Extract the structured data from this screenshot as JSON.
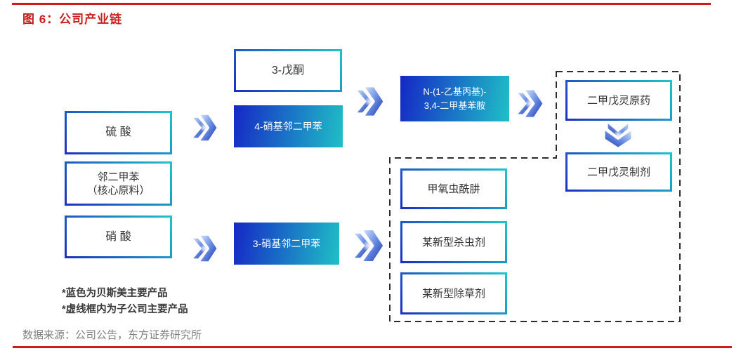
{
  "figure": {
    "title": "图 6：公司产业链",
    "source": "数据来源：公司公告，东方证券研究所"
  },
  "footnotes": {
    "note1": "*蓝色为贝斯美主要产品",
    "note2": "*虚线框内为子公司主要产品"
  },
  "nodes": {
    "pentanone": {
      "label": "3-戊酮"
    },
    "nitro4": {
      "label": "4-硝基邻二甲苯"
    },
    "sulfuric": {
      "label": "硫 酸"
    },
    "oxylene": {
      "line1": "邻二甲苯",
      "line2": "（核心原料）"
    },
    "nitric": {
      "label": "硝 酸"
    },
    "nitro3": {
      "label": "3-硝基邻二甲苯"
    },
    "amine": {
      "line1": "N-(1-乙基丙基)-",
      "line2": "3,4-二甲基苯胺"
    },
    "pendimethalin_tech": {
      "label": "二甲戊灵原药"
    },
    "pendimethalin_form": {
      "label": "二甲戊灵制剂"
    },
    "methoxyfenozide": {
      "label": "甲氧虫酰肼"
    },
    "new_insecticide": {
      "label": "某新型杀虫剂"
    },
    "new_herbicide": {
      "label": "某新型除草剂"
    }
  },
  "icons": {
    "chevron_right_icon": "»",
    "chevron_down_icon": "» rotated 90°"
  },
  "colors": {
    "accent_red": "#c6201f",
    "border_grad_start": "#1c2ec2",
    "border_grad_end": "#1ec6ca",
    "fill_grad_start": "#1527c6",
    "fill_grad_end": "#1fc0c6",
    "dash_color": "#2c2c2c",
    "text_dark": "#333333",
    "text_gray": "#808080"
  }
}
